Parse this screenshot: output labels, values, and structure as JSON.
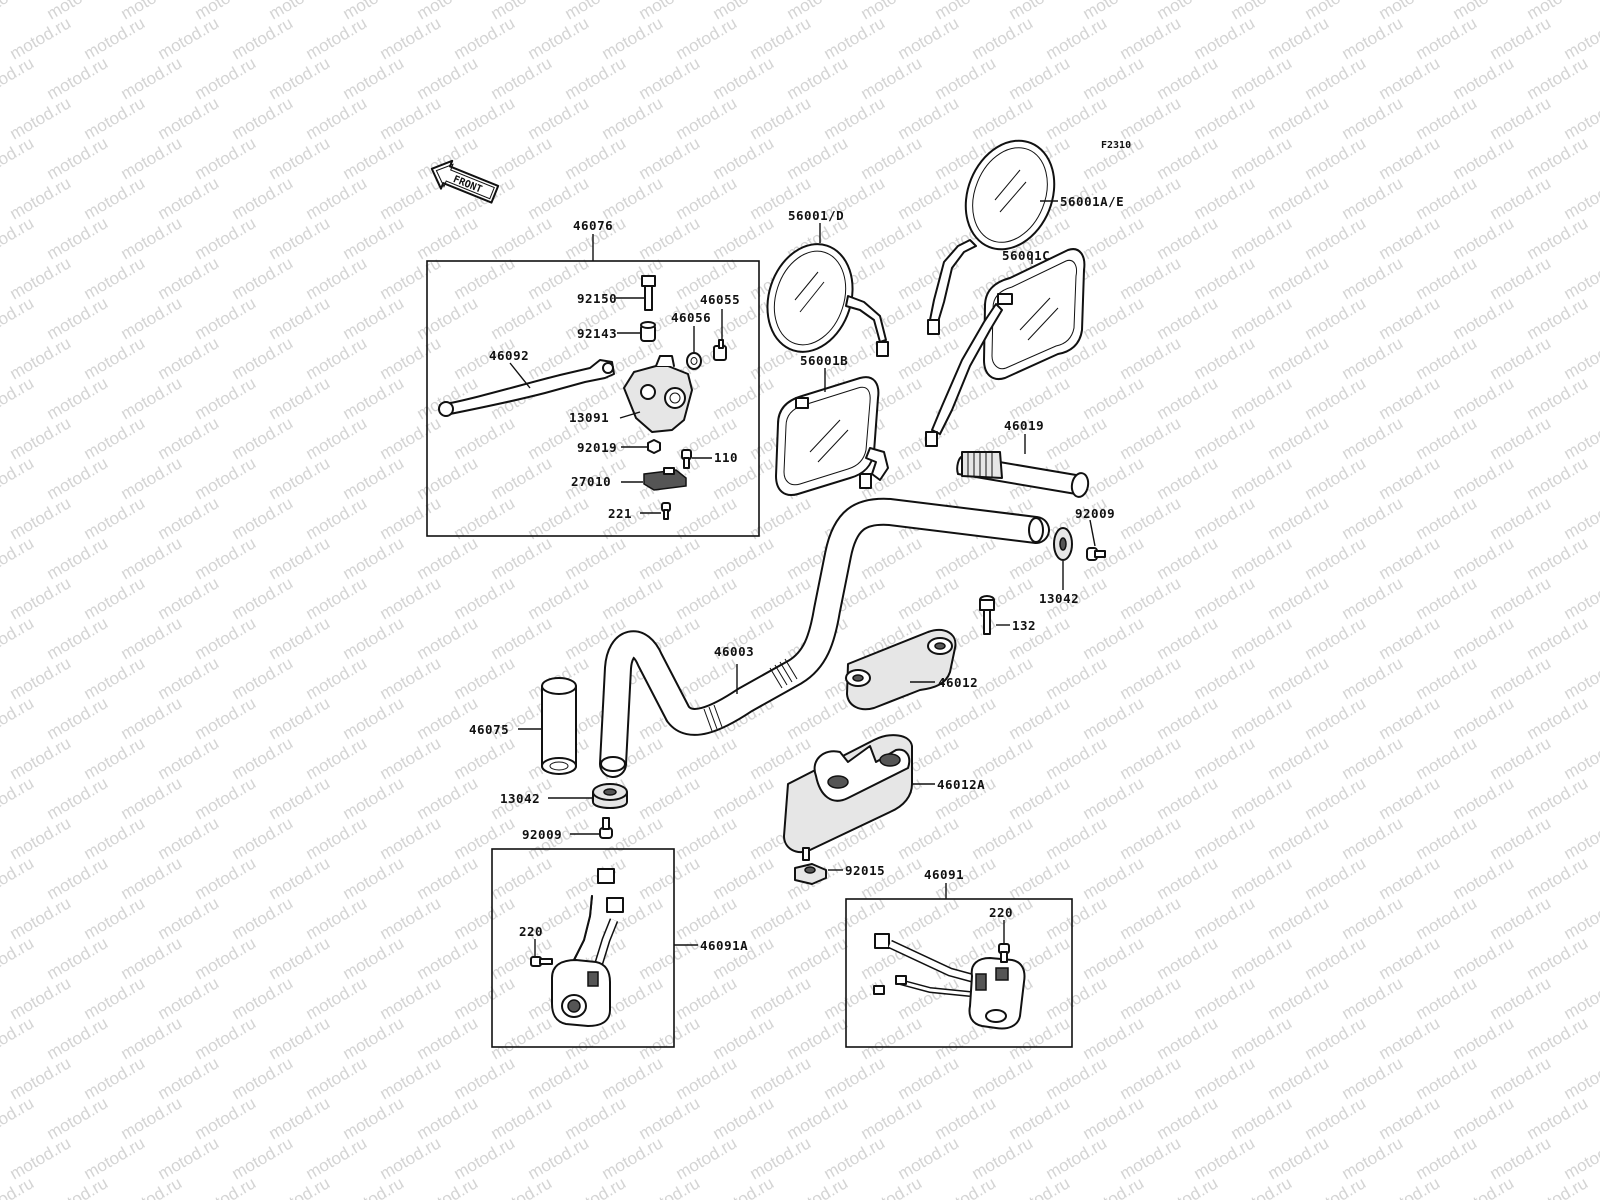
{
  "diagram": {
    "ref_code": "F2310",
    "front_arrow_label": "FRONT",
    "watermark_text": "motod.ru",
    "labels": {
      "p46076": "46076",
      "p92150": "92150",
      "p46055": "46055",
      "p92143": "92143",
      "p46056": "46056",
      "p46092": "46092",
      "p13091": "13091",
      "p92019": "92019",
      "p110": "110",
      "p27010": "27010",
      "p221": "221",
      "p56001D": "56001/D",
      "p56001AE": "56001A/E",
      "p56001C": "56001C",
      "p56001B": "56001B",
      "p46019": "46019",
      "p92009a": "92009",
      "p13042a": "13042",
      "p132": "132",
      "p46003": "46003",
      "p46012": "46012",
      "p46075": "46075",
      "p13042b": "13042",
      "p92009b": "92009",
      "p46012A": "46012A",
      "p92015": "92015",
      "p46091": "46091",
      "p220a": "220",
      "p220b": "220",
      "p46091A": "46091A"
    }
  }
}
